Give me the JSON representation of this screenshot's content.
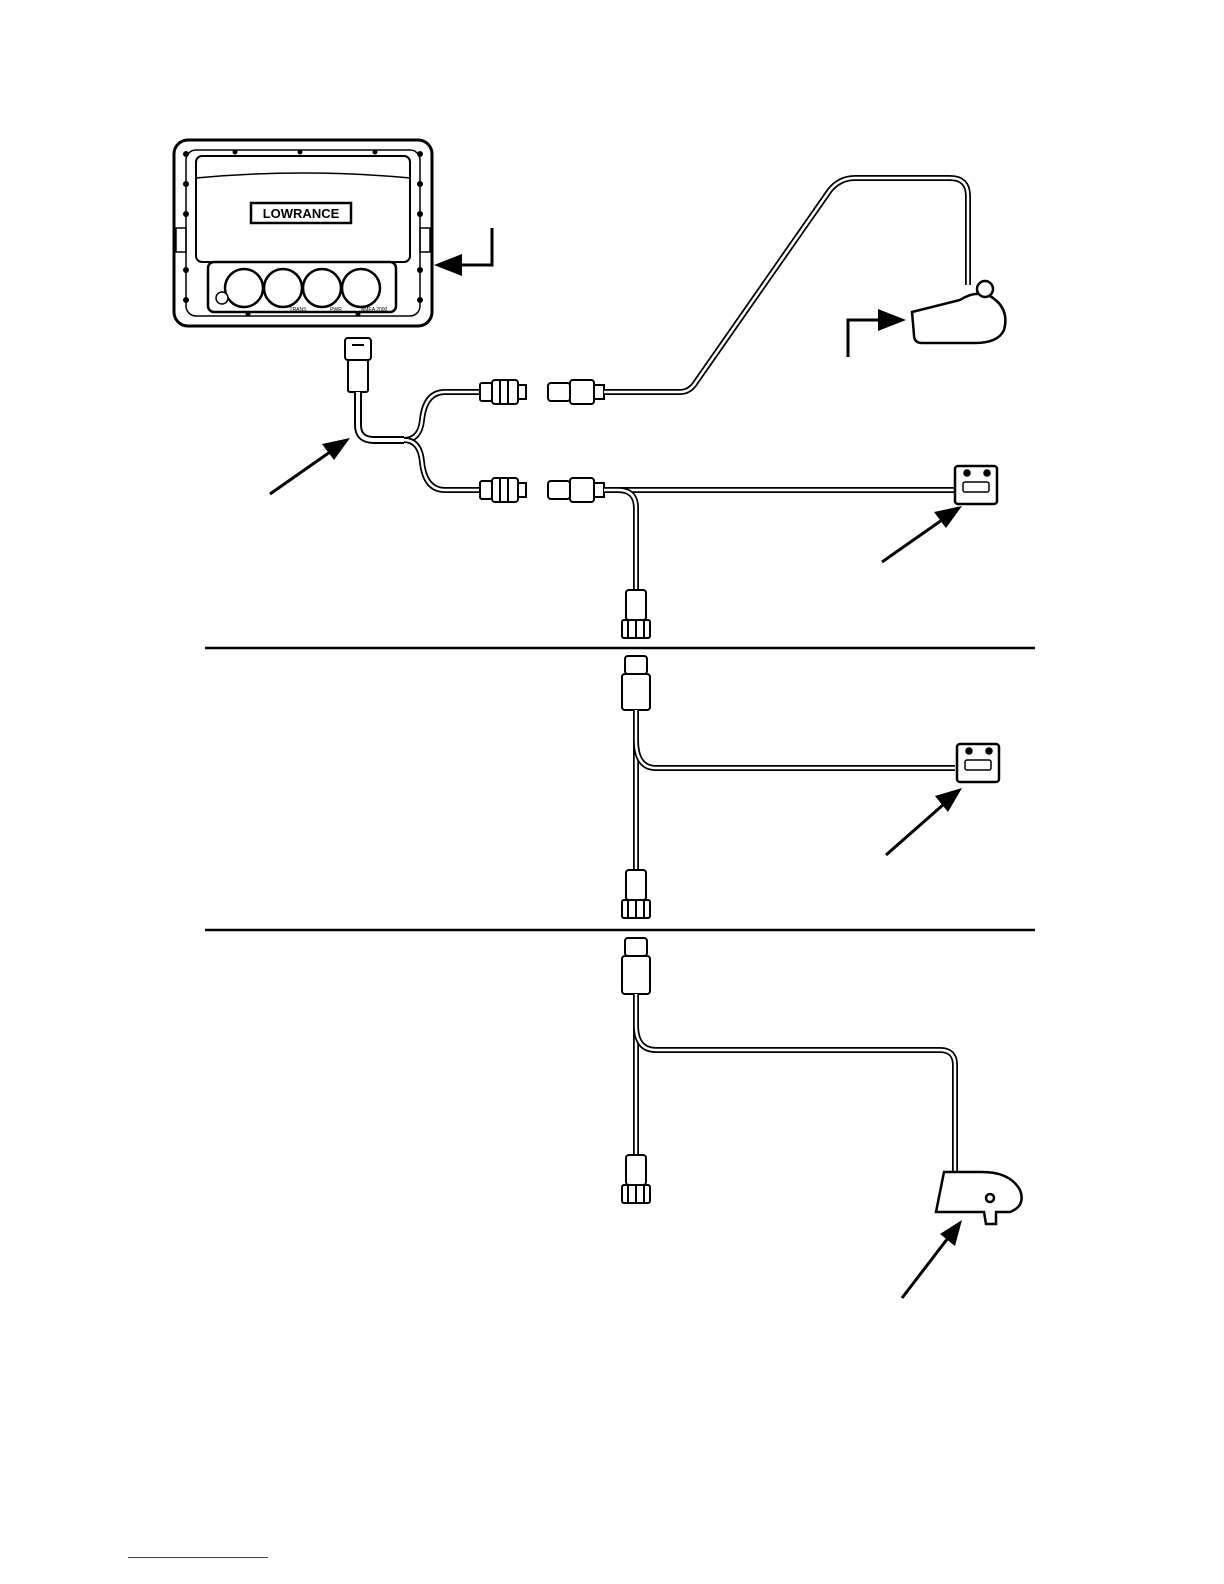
{
  "unit": {
    "brand": "LOWRANCE",
    "port_labels": [
      "TRANS",
      "PWR",
      "NMEA 2000"
    ]
  },
  "colors": {
    "ink": "#000000",
    "paper": "#ffffff",
    "footer_rule": "#1f3fbf"
  },
  "icons": [
    "display-unit-rear",
    "y-cable",
    "transducer-transom",
    "speed-sensor",
    "temperature-sensor",
    "transducer-trolling-motor",
    "arrow"
  ]
}
